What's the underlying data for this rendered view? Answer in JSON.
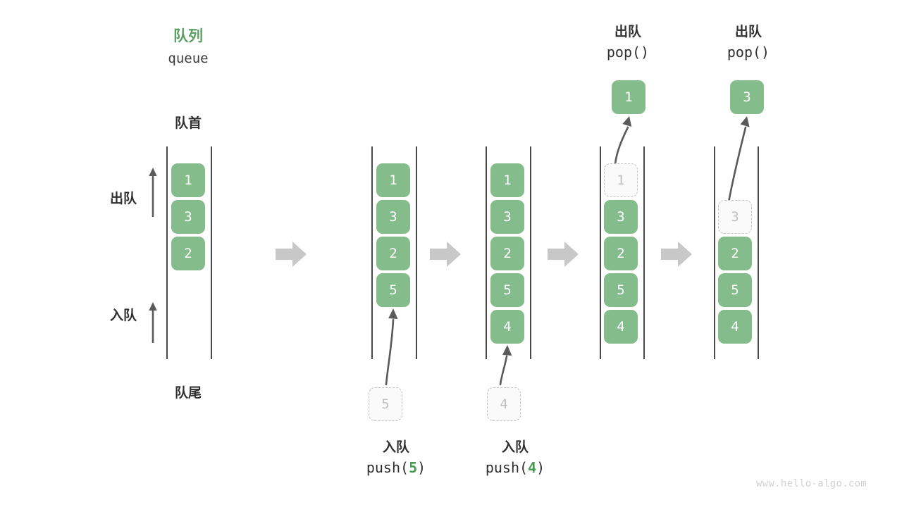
{
  "diagram": {
    "title_cn": "队列",
    "title_en": "queue",
    "front_label": "队首",
    "rear_label": "队尾",
    "dequeue_label": "出队",
    "enqueue_label": "入队",
    "watermark": "www.hello-algo.com",
    "colors": {
      "accent_green": "#84bd8b",
      "title_green": "#5a9e63",
      "code_green": "#459a50",
      "ghost_border": "#c3c3c3",
      "ghost_text": "#bfbfbf",
      "rail": "#4a4a4a",
      "step_arrow": "#c8c8c8",
      "text": "#2f2f2f",
      "watermark": "#d2d2d2"
    }
  },
  "panels": [
    {
      "id": "initial",
      "cells": [
        "1",
        "3",
        "2"
      ],
      "ghost_in_queue": null,
      "popped_value": null,
      "incoming_value": null,
      "op_line1": null,
      "op_line2_prefix": null,
      "op_line2_arg": null,
      "op_line2_suffix": null,
      "top_label_line1": null,
      "top_label_line2": null
    },
    {
      "id": "push-5",
      "cells": [
        "1",
        "3",
        "2",
        "5"
      ],
      "ghost_in_queue": null,
      "popped_value": null,
      "incoming_value": "5",
      "op_line1": "入队",
      "op_line2_prefix": "push(",
      "op_line2_arg": "5",
      "op_line2_suffix": ")",
      "top_label_line1": null,
      "top_label_line2": null
    },
    {
      "id": "push-4",
      "cells": [
        "1",
        "3",
        "2",
        "5",
        "4"
      ],
      "ghost_in_queue": null,
      "popped_value": null,
      "incoming_value": "4",
      "op_line1": "入队",
      "op_line2_prefix": "push(",
      "op_line2_arg": "4",
      "op_line2_suffix": ")",
      "top_label_line1": null,
      "top_label_line2": null
    },
    {
      "id": "pop-1",
      "cells": [
        null,
        "3",
        "2",
        "5",
        "4"
      ],
      "ghost_in_queue": {
        "value": "1",
        "index": 0
      },
      "popped_value": "1",
      "incoming_value": null,
      "op_line1": null,
      "op_line2_prefix": null,
      "op_line2_arg": null,
      "op_line2_suffix": null,
      "top_label_line1": "出队",
      "top_label_line2": "pop()"
    },
    {
      "id": "pop-3",
      "cells": [
        null,
        null,
        "2",
        "5",
        "4"
      ],
      "ghost_in_queue": {
        "value": "3",
        "index": 1
      },
      "popped_value": "3",
      "incoming_value": null,
      "op_line1": null,
      "op_line2_prefix": null,
      "op_line2_arg": null,
      "op_line2_suffix": null,
      "top_label_line1": "出队",
      "top_label_line2": "pop()"
    }
  ],
  "chart_data": {
    "type": "diagram",
    "title": "队列 queue — push / pop 操作示意",
    "states": [
      {
        "step": 0,
        "operation": null,
        "queue": [
          "1",
          "3",
          "2"
        ],
        "returned": null
      },
      {
        "step": 1,
        "operation": "push(5)",
        "queue": [
          "1",
          "3",
          "2",
          "5"
        ],
        "returned": null
      },
      {
        "step": 2,
        "operation": "push(4)",
        "queue": [
          "1",
          "3",
          "2",
          "5",
          "4"
        ],
        "returned": null
      },
      {
        "step": 3,
        "operation": "pop()",
        "queue": [
          "3",
          "2",
          "5",
          "4"
        ],
        "returned": "1"
      },
      {
        "step": 4,
        "operation": "pop()",
        "queue": [
          "2",
          "5",
          "4"
        ],
        "returned": "3"
      }
    ]
  }
}
